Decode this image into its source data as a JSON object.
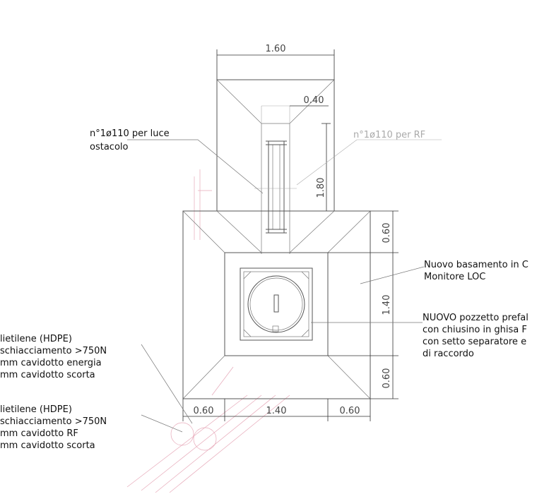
{
  "dimensions": {
    "top_width": "1.60",
    "inner_width": "0.40",
    "inner_height": "1.80",
    "right_top": "0.60",
    "right_mid": "1.40",
    "right_bottom": "0.60",
    "bottom_left": "0.60",
    "bottom_mid": "1.40",
    "bottom_right": "0.60"
  },
  "labels": {
    "luce_line1": "n°1ø110 per luce",
    "luce_line2": "ostacolo",
    "rf": "n°1ø110 per RF",
    "basamento_line1": "Nuovo basamento in C",
    "basamento_line2": "Monitore LOC",
    "pozzetto_line1": "NUOVO pozzetto prefal",
    "pozzetto_line2": "con chiusino in ghisa F",
    "pozzetto_line3": "con setto separatore e",
    "pozzetto_line4": "di raccordo",
    "hdpe1_line1": "lietilene (HDPE)",
    "hdpe1_line2": "schiacciamento >750N",
    "hdpe1_line3": "mm cavidotto energia",
    "hdpe1_line4": "mm cavidotto scorta",
    "hdpe2_line1": "lietilene (HDPE)",
    "hdpe2_line2": "schiacciamento >750N",
    "hdpe2_line3": "mm cavidotto RF",
    "hdpe2_line4": "mm cavidotto scorta"
  }
}
